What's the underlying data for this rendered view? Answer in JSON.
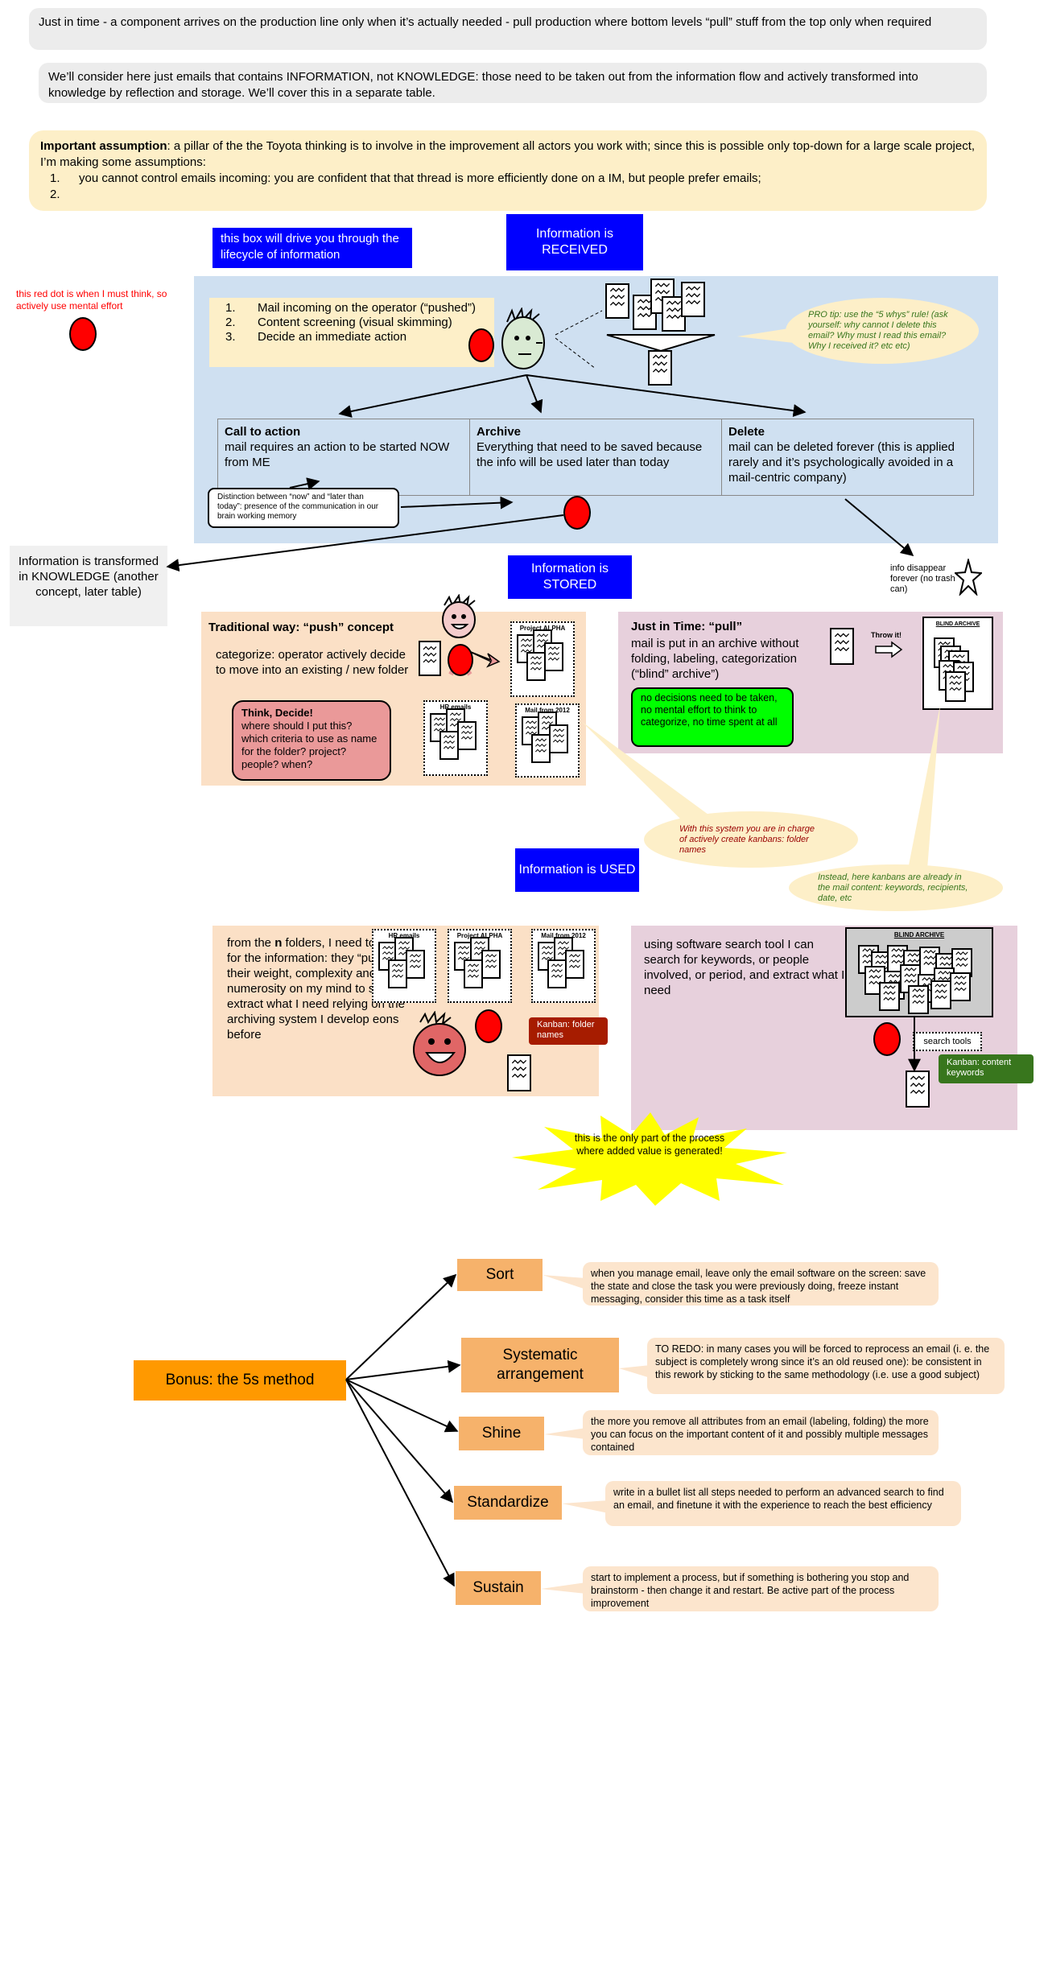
{
  "top_notes": {
    "jit": "Just in time - a component arrives on the production line only when it’s actually needed - pull production where bottom levels “pull” stuff from the top only when required",
    "info_vs_knowledge": "We’ll consider here just emails that contains INFORMATION, not KNOWLEDGE: those need to be taken out from the information flow and actively transformed into knowledge by reflection and storage. We’ll cover this in a separate table.",
    "assumption_bold": "Important assumption",
    "assumption_text": ": a pillar of the the Toyota thinking is to involve in the improvement all actors you work with; since this is possible only top-down for a large scale project, I’m making some assumptions:",
    "assumption_items": [
      "you cannot control emails incoming: you are confident that that thread is more efficiently done on a IM, but people prefer emails;",
      ""
    ],
    "assumption_numbers": [
      "1.",
      "2."
    ]
  },
  "lifecycle": {
    "guide_box": "this box will drive you through the lifecycle of information",
    "received": "Information is RECEIVED",
    "stored": "Information is STORED",
    "used": "Information is USED",
    "red_dot_note": "this red dot is when I must think, so actively use mental effort"
  },
  "received": {
    "steps": [
      "Mail incoming on the operator (“pushed”)",
      "Content screening (visual skimming)",
      "Decide an immediate action"
    ],
    "step_numbers": [
      "1.",
      "2.",
      "3."
    ],
    "pro_tip": "PRO tip: use the “5 whys” rule! (ask yourself: why cannot I delete this email? Why must I read this email? Why I received it? etc etc)",
    "actions": [
      {
        "title": "Call to action",
        "text": "mail requires an action to be started NOW from ME"
      },
      {
        "title": "Archive",
        "text": "Everything that need to be saved because the info will be used later than today"
      },
      {
        "title": "Delete",
        "text": "mail can be deleted forever (this is applied rarely and it’s psychologically avoided in a mail-centric company)"
      }
    ],
    "distinction": "Distinction between “now” and “later than today”: presence of the communication in our brain working memory",
    "knowledge": "Information is transformed in KNOWLEDGE (another concept, later table)",
    "disappear": "info disappear forever (no trash can)"
  },
  "stored": {
    "push_title": "Traditional way: “push” concept",
    "push_text": "categorize: operator actively decide to move into an existing / new folder",
    "think_title": "Think, Decide!",
    "think_text": "where should I put this? which criteria to use as name for the folder? project? people? when?",
    "folders": [
      "Project ALPHA",
      "HR emails",
      "Mail from 2012"
    ],
    "pull_title": "Just in Time: “pull”",
    "pull_text": "mail is put in an archive without folding, labeling, categorization (“blind” archive”)",
    "no_decision": "no decisions need to be taken, no mental effort to think to categorize, no time spent at all",
    "throw": "Throw it!",
    "blind_archive": "BLIND ARCHIVE",
    "push_callout": "With this system you are in charge of actively create kanbans: folder names",
    "pull_callout": "Instead, here kanbans are already in the mail content: keywords, recipients, date, etc"
  },
  "used": {
    "push_text_a": "from the ",
    "push_text_n": "n",
    "push_text_b": " folders, I need to search for the information: they “push” all their weight, complexity and numerosity on my mind to search and extract what I need relying on the archiving system I develop eons before",
    "folders": [
      "HR emails",
      "Project ALPHA",
      "Mail from 2012"
    ],
    "kanban_folder": "Kanban: folder names",
    "pull_text": "using software search tool I can search for keywords, or people involved, or period, and extract what I need",
    "blind_archive": "BLIND ARCHIVE",
    "search_tools": "search tools",
    "kanban_content": "Kanban: content keywords",
    "value": "this is the only part of the process where added value is generated!"
  },
  "five_s": {
    "title": "Bonus: the 5s method",
    "steps": [
      {
        "name": "Sort",
        "note": "when you manage email, leave only the email software on the screen: save the state and close the task you were previously doing, freeze instant messaging, consider this time as a task itself"
      },
      {
        "name": "Systematic arrangement",
        "note": "TO REDO: in many cases you will be forced to reprocess an email (i. e. the subject is completely wrong since it’s an old reused one): be consistent in this rework by sticking to the same methodology (i.e. use a good subject)"
      },
      {
        "name": "Shine",
        "note": "the more you remove all attributes from an email (labeling, folding) the more you can focus on the important content of it and possibly multiple messages contained"
      },
      {
        "name": "Standardize",
        "note": "write in a bullet list all steps needed to perform an advanced search to find an email, and finetune it with the experience to reach the best efficiency"
      },
      {
        "name": "Sustain",
        "note": "start to implement a process, but if something is bothering you stop and brainstorm - then change it and restart. Be active part of the process improvement"
      }
    ]
  },
  "colors": {
    "blue_label": "#0000ff",
    "panel_blue": "#cfe0f1",
    "panel_peach": "#fbe0c6",
    "panel_pink": "#e7d0dc",
    "red_dot": "#ff0000",
    "step_orange": "#f6b26b",
    "title_orange": "#ff9900",
    "green_box": "#00ff00",
    "kanban_red": "#a61c00",
    "kanban_green": "#38761d",
    "star_yellow": "#ffff00"
  }
}
